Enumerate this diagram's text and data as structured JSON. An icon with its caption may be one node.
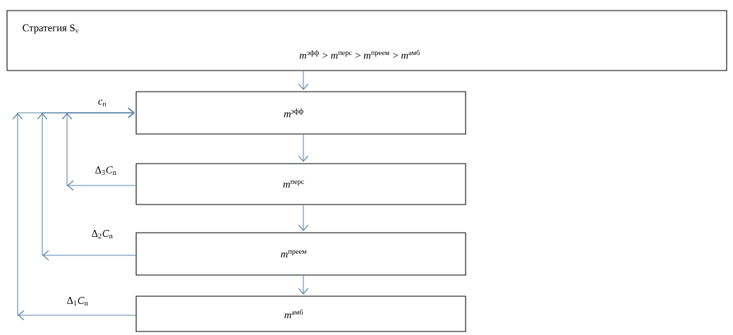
{
  "diagram": {
    "nodes": [
      {
        "text": [
          "Стратегия S$_{v}$",
          "*m*$^{эфф}$ > *m*$^{перс}$ > *m*$^{преем}$ > *m*$^{амб}$"
        ]
      },
      {
        "text": [
          "*m*$^{эфф}$"
        ]
      },
      {
        "text": [
          "*m*$^{перс}$"
        ]
      },
      {
        "text": [
          "*m*$^{преем}$"
        ]
      },
      {
        "text": [
          "*m*$^{амб}$"
        ]
      }
    ],
    "edges": [
      {
        "from": 0,
        "to": 1,
        "arrow": "to"
      },
      {
        "from": 1,
        "to": 2,
        "arrow": "to"
      },
      {
        "from": 2,
        "to": 3,
        "arrow": "to"
      },
      {
        "from": 3,
        "to": 4,
        "arrow": "to"
      },
      {
        "from": 2,
        "to": 1,
        "arrow": "to",
        "label": "Δ$_{3}$*C*$_{n}$"
      },
      {
        "from": 3,
        "to": 1,
        "arrow": "to",
        "label": "Δ$_{2}$*C*$_{n}$"
      },
      {
        "from": 4,
        "to": 1,
        "arrow": "to",
        "label": "Δ$_{1}$*C*$_{n}$"
      }
    ],
    "labels": [
      "*c*$_{n}$"
    ]
  }
}
